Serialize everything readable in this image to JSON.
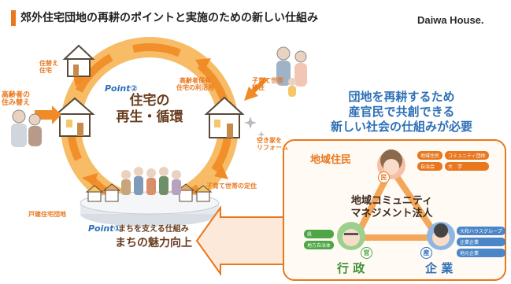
{
  "header": {
    "title": "郊外住宅団地の再耕のポイントと実施のための新しい仕組み",
    "brand": "Daiwa House."
  },
  "cycle": {
    "center_line1": "住宅の",
    "center_line2": "再生・循環",
    "point2_label": "Point②",
    "point1_label": "Point①",
    "left_house_caption": [
      "住替え",
      "住宅"
    ],
    "elderly_caption": [
      "高齢者の",
      "住み替え"
    ],
    "top_caption": [
      "高齢者保有",
      "住宅の利活用"
    ],
    "right_caption": [
      "子育て世帯",
      "移住"
    ],
    "vacant_caption": [
      "空き家を",
      "リフォーム"
    ],
    "settle_caption": "子育て世帯の定住",
    "danchi_caption": "戸建住宅団地"
  },
  "bottom_banner": {
    "line1": "まちを支える仕組み",
    "line2": "まちの魅力向上"
  },
  "right_panel": {
    "heading_line1": "団地を再耕するため",
    "heading_line2": "産官民で共創できる",
    "heading_line3": "新しい社会の仕組みが必要",
    "residents_label": "地域住民",
    "resident_badge": "民",
    "resident_tags": [
      "地域住民",
      "コミュニティ団体",
      "自治会",
      "大　学"
    ],
    "center_line1": "地域コミュニティ",
    "center_line2": "マネジメント法人",
    "gov_label": "行 政",
    "gov_badge": "官",
    "gov_tags": [
      "県",
      "地方自治体"
    ],
    "company_label": "企 業",
    "company_badge": "産",
    "company_tags": [
      "大和ハウスグループ",
      "企業企業",
      "地元企業"
    ]
  }
}
